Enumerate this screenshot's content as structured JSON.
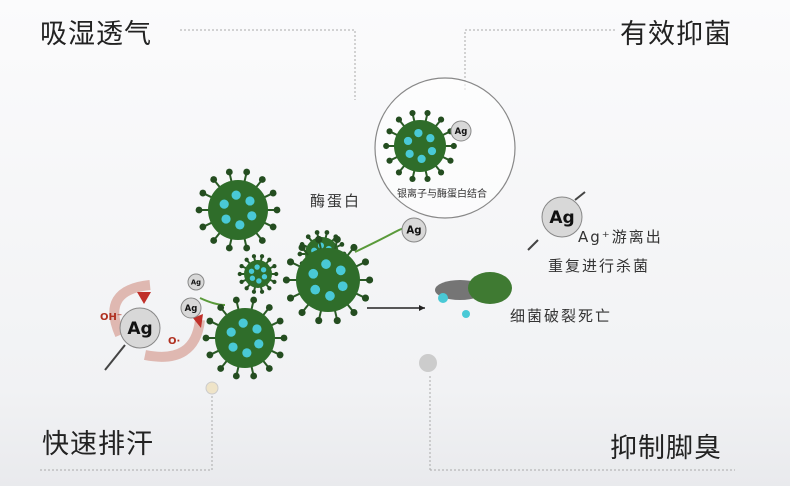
{
  "corners": {
    "top_left": "吸湿透气",
    "top_right": "有效抑菌",
    "bottom_left": "快速排汗",
    "bottom_right": "抑制脚臭"
  },
  "labels": {
    "enzyme": "酶蛋白",
    "bind": "银离子与酶蛋白结合",
    "release_line1": "Ag⁺游离出",
    "release_line2": "重复进行杀菌",
    "death": "细菌破裂死亡",
    "ag": "Ag",
    "oh": "OH⁻",
    "o": "O·"
  },
  "colors": {
    "virus": "#2f6d2a",
    "spot": "#49c9d6",
    "arrow": "#c0302a",
    "line": "#999999"
  }
}
